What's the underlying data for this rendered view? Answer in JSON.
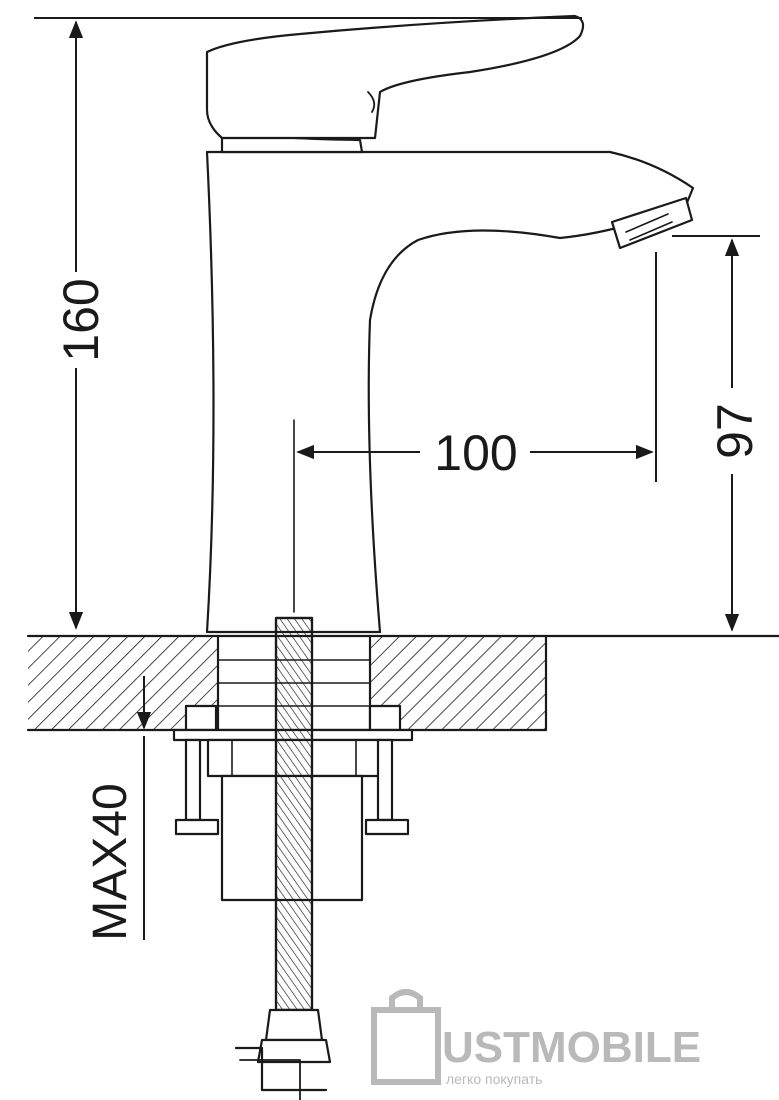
{
  "dimensions": {
    "height_total": "160",
    "spout_reach": "100",
    "spout_height": "97",
    "max_counter_thickness": "MAX40"
  },
  "watermark": {
    "brand": "USTMOBILE",
    "tagline": "легко покупать"
  },
  "colors": {
    "line": "#1a1a1a",
    "watermark": "#b9b9b9"
  }
}
